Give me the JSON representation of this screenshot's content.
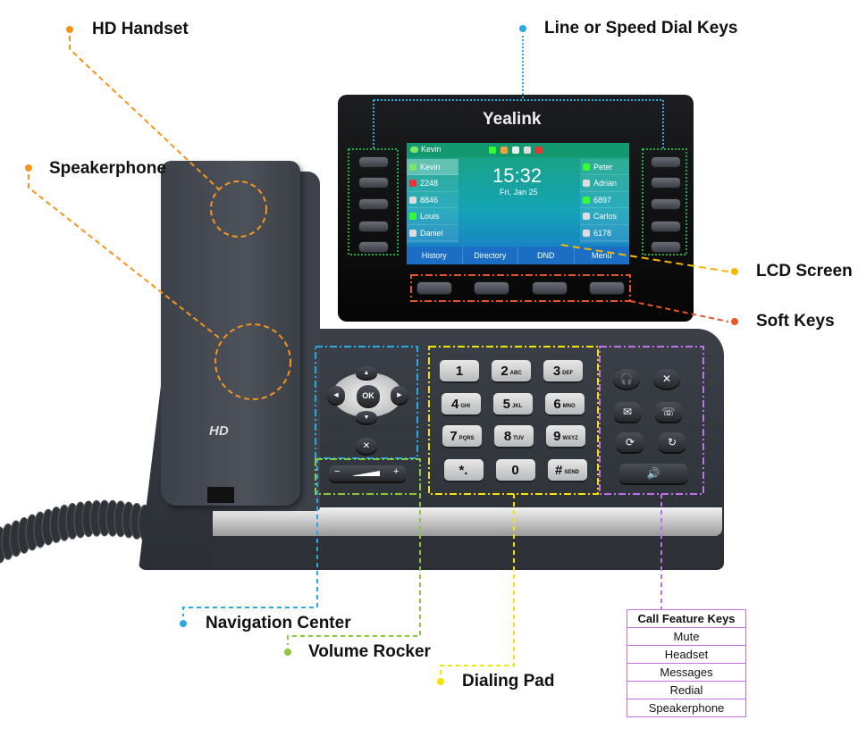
{
  "callouts": {
    "hd_handset": {
      "label": "HD Handset",
      "color": "#f7941d"
    },
    "line_keys": {
      "label": "Line or Speed Dial Keys",
      "color": "#29abe2"
    },
    "speakerphone": {
      "label": "Speakerphone",
      "color": "#f7941d"
    },
    "lcd_screen": {
      "label": "LCD Screen",
      "color": "#f5b800"
    },
    "soft_keys": {
      "label": "Soft Keys",
      "color": "#e8552a"
    },
    "navigation_center": {
      "label": "Navigation Center",
      "color": "#29abe2"
    },
    "volume_rocker": {
      "label": "Volume Rocker",
      "color": "#8dc63f"
    },
    "dialing_pad": {
      "label": "Dialing Pad",
      "color": "#f5e400"
    }
  },
  "call_feature_keys": {
    "header": "Call Feature Keys",
    "color": "#c070e8",
    "items": [
      "Mute",
      "Headset",
      "Messages",
      "Redial",
      "Speakerphone"
    ]
  },
  "phone": {
    "brand": "Yealink",
    "handset_logo": "HD",
    "screen": {
      "account": "Kevin",
      "time": "15:32",
      "date": "Fri, Jan 25",
      "left_lines": [
        "Kevin",
        "2248",
        "8846",
        "Louis",
        "Daniel"
      ],
      "right_lines": [
        "Peter",
        "Adrian",
        "6897",
        "Carlos",
        "6178"
      ],
      "softkeys": [
        "History",
        "Directory",
        "DND",
        "Menu"
      ]
    },
    "nav": {
      "ok": "OK",
      "cancel": "✕"
    },
    "volume": {
      "minus": "−",
      "plus": "+"
    },
    "keypad": [
      {
        "d": "1",
        "l": ""
      },
      {
        "d": "2",
        "l": "ABC"
      },
      {
        "d": "3",
        "l": "DEF"
      },
      {
        "d": "4",
        "l": "GHI"
      },
      {
        "d": "5",
        "l": "JKL"
      },
      {
        "d": "6",
        "l": "MNO"
      },
      {
        "d": "7",
        "l": "PQRS"
      },
      {
        "d": "8",
        "l": "TUV"
      },
      {
        "d": "9",
        "l": "WXYZ"
      },
      {
        "d": "*.",
        "l": ""
      },
      {
        "d": "0",
        "l": ""
      },
      {
        "d": "#",
        "l": "SEND"
      }
    ],
    "feature_icons": [
      "headset-icon",
      "mute-icon",
      "message-icon",
      "transfer-icon",
      "hold-icon",
      "redial-icon",
      "speaker-icon"
    ]
  }
}
